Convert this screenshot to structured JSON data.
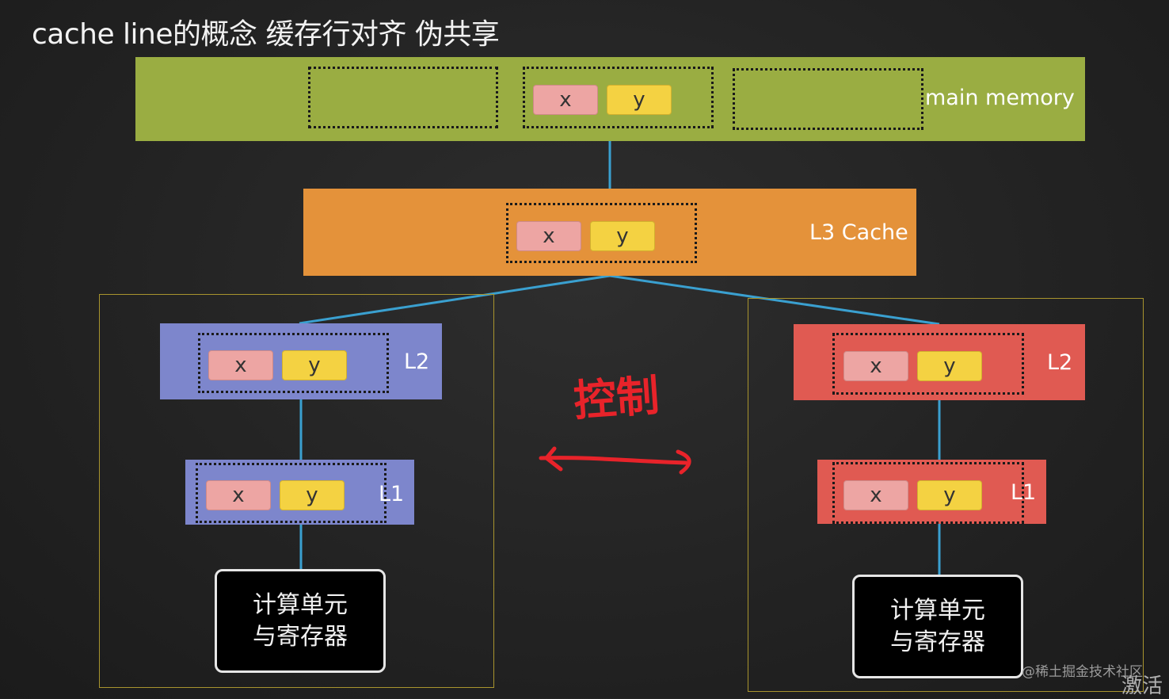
{
  "title": "cache line的概念 缓存行对齐 伪共享",
  "levels": {
    "main_memory": "main memory",
    "l3": "L3 Cache",
    "l2_left": "L2",
    "l2_right": "L2",
    "l1_left": "L1",
    "l1_right": "L1"
  },
  "cells": {
    "x": "x",
    "y": "y"
  },
  "unit": {
    "line1": "计算单元",
    "line2": "与寄存器"
  },
  "annotation": {
    "handwriting": "控制"
  },
  "watermark": {
    "text": "@稀土掘金技术社区",
    "activate": "激活"
  },
  "colors": {
    "main_memory": "#9aad42",
    "l3": "#e4923a",
    "core_left": "#7d86cc",
    "core_right": "#e05a52",
    "x_cell": "#eda5a3",
    "y_cell": "#f4d242",
    "connector": "#3aa0d0",
    "annotation": "#e8232a"
  }
}
